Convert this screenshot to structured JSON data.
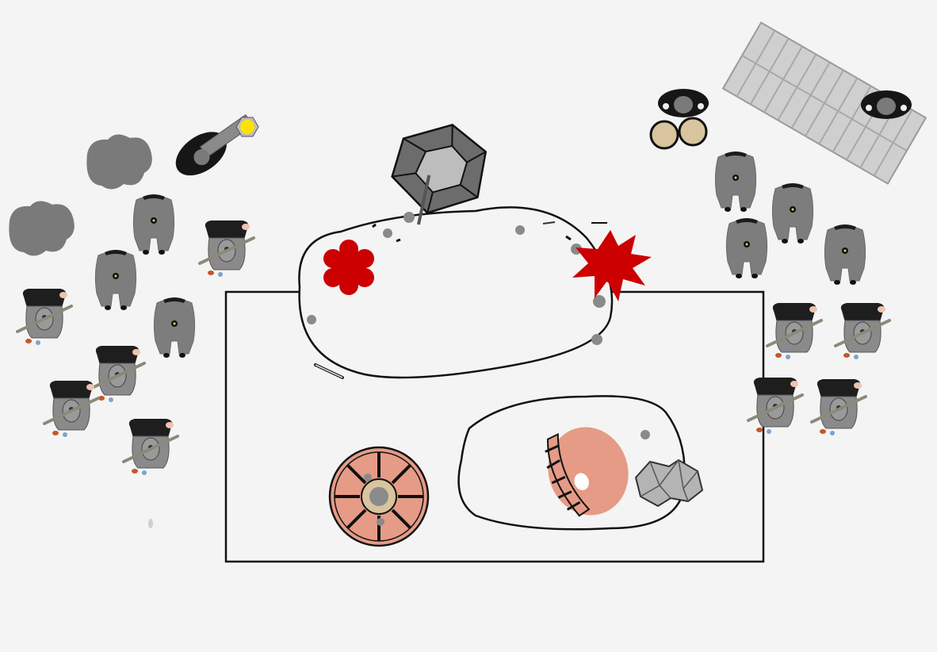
{
  "diagram": {
    "kind": "stage-plot",
    "colors": {
      "background": "#f4f4f4",
      "performer_gray": "#7c7c7c",
      "performer_dark": "#1c1c1c",
      "red_prop": "#cc0000",
      "salmon_prop": "#e59b86",
      "drum_head": "#d8c49e",
      "marker_yellow": "#ffe100",
      "outline": "#111111"
    },
    "elements": [
      {
        "id": "stage-rectangle",
        "icon": "rectangle-outline"
      },
      {
        "id": "upper-blob",
        "icon": "closed-curve"
      },
      {
        "id": "lower-blob",
        "icon": "closed-curve"
      },
      {
        "id": "hexagon-prop",
        "icon": "hexagon-lamp-icon"
      },
      {
        "id": "red-flower-left",
        "icon": "flower-icon"
      },
      {
        "id": "red-flower-right",
        "icon": "flower-icon"
      },
      {
        "id": "wheel-prop",
        "icon": "wheel-icon"
      },
      {
        "id": "dome-prop",
        "icon": "dome-icon"
      },
      {
        "id": "crumpled-prop",
        "icon": "crumpled-paper-icon"
      },
      {
        "id": "marimba",
        "icon": "marimba-icon"
      },
      {
        "id": "timpani-pair",
        "icon": "drum-icon"
      },
      {
        "id": "performers",
        "icon": "performer-topview-icon"
      }
    ]
  }
}
